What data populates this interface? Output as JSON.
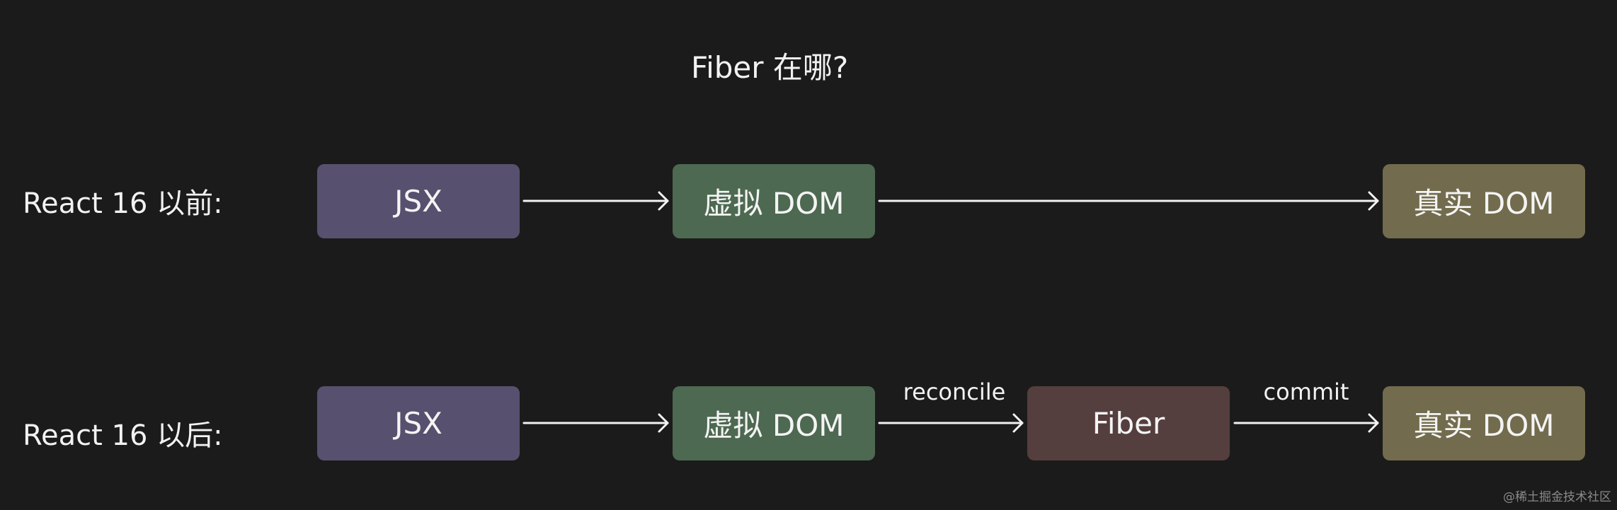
{
  "title": "Fiber 在哪?",
  "rows": {
    "before": {
      "label": "React 16 以前:",
      "nodes": {
        "jsx": "JSX",
        "vdom": "虚拟 DOM",
        "dom": "真实 DOM"
      }
    },
    "after": {
      "label": "React 16 以后:",
      "nodes": {
        "jsx": "JSX",
        "vdom": "虚拟 DOM",
        "fiber": "Fiber",
        "dom": "真实 DOM"
      },
      "edges": {
        "reconcile": "reconcile",
        "commit": "commit"
      }
    }
  },
  "colors": {
    "background": "#1b1b1b",
    "jsx": "#58506f",
    "vdom": "#4d6951",
    "fiber": "#553e3e",
    "dom": "#726b4d",
    "arrow": "#f2f2f2"
  },
  "watermark": "@稀土掘金技术社区"
}
